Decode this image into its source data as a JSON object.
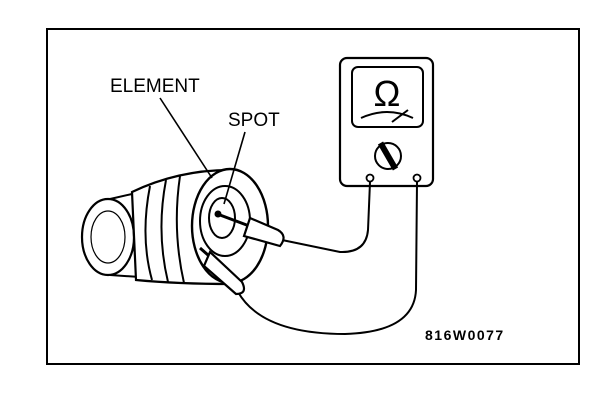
{
  "labels": {
    "element": "ELEMENT",
    "spot": "SPOT"
  },
  "meter": {
    "unit_symbol": "Ω"
  },
  "figure_code": "816W0077",
  "colors": {
    "ink": "#000000",
    "paper": "#ffffff"
  }
}
